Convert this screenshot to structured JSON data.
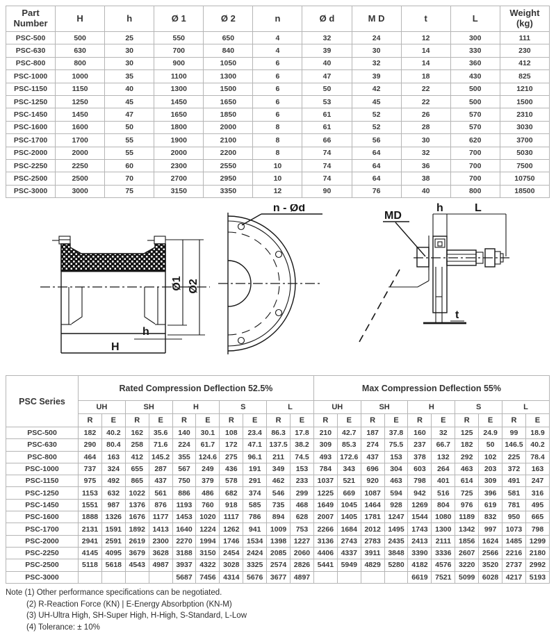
{
  "dimensions_table": {
    "headers": [
      "Part Number",
      "H",
      "h",
      "Ø 1",
      "Ø 2",
      "n",
      "Ø d",
      "M D",
      "t",
      "L",
      "Weight (kg)"
    ],
    "rows": [
      [
        "PSC-500",
        "500",
        "25",
        "550",
        "650",
        "4",
        "32",
        "24",
        "12",
        "300",
        "111"
      ],
      [
        "PSC-630",
        "630",
        "30",
        "700",
        "840",
        "4",
        "39",
        "30",
        "14",
        "330",
        "230"
      ],
      [
        "PSC-800",
        "800",
        "30",
        "900",
        "1050",
        "6",
        "40",
        "32",
        "14",
        "360",
        "412"
      ],
      [
        "PSC-1000",
        "1000",
        "35",
        "1100",
        "1300",
        "6",
        "47",
        "39",
        "18",
        "430",
        "825"
      ],
      [
        "PSC-1150",
        "1150",
        "40",
        "1300",
        "1500",
        "6",
        "50",
        "42",
        "22",
        "500",
        "1210"
      ],
      [
        "PSC-1250",
        "1250",
        "45",
        "1450",
        "1650",
        "6",
        "53",
        "45",
        "22",
        "500",
        "1500"
      ],
      [
        "PSC-1450",
        "1450",
        "47",
        "1650",
        "1850",
        "6",
        "61",
        "52",
        "26",
        "570",
        "2310"
      ],
      [
        "PSC-1600",
        "1600",
        "50",
        "1800",
        "2000",
        "8",
        "61",
        "52",
        "28",
        "570",
        "3030"
      ],
      [
        "PSC-1700",
        "1700",
        "55",
        "1900",
        "2100",
        "8",
        "66",
        "56",
        "30",
        "620",
        "3700"
      ],
      [
        "PSC-2000",
        "2000",
        "55",
        "2000",
        "2200",
        "8",
        "74",
        "64",
        "32",
        "700",
        "5030"
      ],
      [
        "PSC-2250",
        "2250",
        "60",
        "2300",
        "2550",
        "10",
        "74",
        "64",
        "36",
        "700",
        "7500"
      ],
      [
        "PSC-2500",
        "2500",
        "70",
        "2700",
        "2950",
        "10",
        "74",
        "64",
        "38",
        "700",
        "10750"
      ],
      [
        "PSC-3000",
        "3000",
        "75",
        "3150",
        "3350",
        "12",
        "90",
        "76",
        "40",
        "800",
        "18500"
      ]
    ]
  },
  "drawings": {
    "side_view": {
      "d1": "Ø1",
      "d2": "Ø2",
      "h": "h",
      "H": "H"
    },
    "end_view": {
      "bolt_label": "n - Ød"
    },
    "bolt_detail": {
      "md": "MD",
      "h": "h",
      "L": "L",
      "t": "t"
    }
  },
  "performance_table": {
    "series_header": "PSC Series",
    "group_headers": [
      "Rated Compression Deflection 52.5%",
      "Max Compression Deflection 55%"
    ],
    "grade_headers": [
      "UH",
      "SH",
      "H",
      "S",
      "L"
    ],
    "re_headers": [
      "R",
      "E"
    ],
    "rows": [
      [
        "PSC-500",
        "182",
        "40.2",
        "162",
        "35.6",
        "140",
        "30.1",
        "108",
        "23.4",
        "86.3",
        "17.8",
        "210",
        "42.7",
        "187",
        "37.8",
        "160",
        "32",
        "125",
        "24.9",
        "99",
        "18.9"
      ],
      [
        "PSC-630",
        "290",
        "80.4",
        "258",
        "71.6",
        "224",
        "61.7",
        "172",
        "47.1",
        "137.5",
        "38.2",
        "309",
        "85.3",
        "274",
        "75.5",
        "237",
        "66.7",
        "182",
        "50",
        "146.5",
        "40.2"
      ],
      [
        "PSC-800",
        "464",
        "163",
        "412",
        "145.2",
        "355",
        "124.6",
        "275",
        "96.1",
        "211",
        "74.5",
        "493",
        "172.6",
        "437",
        "153",
        "378",
        "132",
        "292",
        "102",
        "225",
        "78.4"
      ],
      [
        "PSC-1000",
        "737",
        "324",
        "655",
        "287",
        "567",
        "249",
        "436",
        "191",
        "349",
        "153",
        "784",
        "343",
        "696",
        "304",
        "603",
        "264",
        "463",
        "203",
        "372",
        "163"
      ],
      [
        "PSC-1150",
        "975",
        "492",
        "865",
        "437",
        "750",
        "379",
        "578",
        "291",
        "462",
        "233",
        "1037",
        "521",
        "920",
        "463",
        "798",
        "401",
        "614",
        "309",
        "491",
        "247"
      ],
      [
        "PSC-1250",
        "1153",
        "632",
        "1022",
        "561",
        "886",
        "486",
        "682",
        "374",
        "546",
        "299",
        "1225",
        "669",
        "1087",
        "594",
        "942",
        "516",
        "725",
        "396",
        "581",
        "316"
      ],
      [
        "PSC-1450",
        "1551",
        "987",
        "1376",
        "876",
        "1193",
        "760",
        "918",
        "585",
        "735",
        "468",
        "1649",
        "1045",
        "1464",
        "928",
        "1269",
        "804",
        "976",
        "619",
        "781",
        "495"
      ],
      [
        "PSC-1600",
        "1888",
        "1326",
        "1676",
        "1177",
        "1453",
        "1020",
        "1117",
        "786",
        "894",
        "628",
        "2007",
        "1405",
        "1781",
        "1247",
        "1544",
        "1080",
        "1189",
        "832",
        "950",
        "665"
      ],
      [
        "PSC-1700",
        "2131",
        "1591",
        "1892",
        "1413",
        "1640",
        "1224",
        "1262",
        "941",
        "1009",
        "753",
        "2266",
        "1684",
        "2012",
        "1495",
        "1743",
        "1300",
        "1342",
        "997",
        "1073",
        "798"
      ],
      [
        "PSC-2000",
        "2941",
        "2591",
        "2619",
        "2300",
        "2270",
        "1994",
        "1746",
        "1534",
        "1398",
        "1227",
        "3136",
        "2743",
        "2783",
        "2435",
        "2413",
        "2111",
        "1856",
        "1624",
        "1485",
        "1299"
      ],
      [
        "PSC-2250",
        "4145",
        "4095",
        "3679",
        "3628",
        "3188",
        "3150",
        "2454",
        "2424",
        "2085",
        "2060",
        "4406",
        "4337",
        "3911",
        "3848",
        "3390",
        "3336",
        "2607",
        "2566",
        "2216",
        "2180"
      ],
      [
        "PSC-2500",
        "5118",
        "5618",
        "4543",
        "4987",
        "3937",
        "4322",
        "3028",
        "3325",
        "2574",
        "2826",
        "5441",
        "5949",
        "4829",
        "5280",
        "4182",
        "4576",
        "3220",
        "3520",
        "2737",
        "2992"
      ],
      [
        "PSC-3000",
        "",
        "",
        "",
        "",
        "5687",
        "7456",
        "4314",
        "5676",
        "3677",
        "4897",
        "",
        "",
        "",
        "",
        "6619",
        "7521",
        "5099",
        "6028",
        "4217",
        "5193"
      ]
    ]
  },
  "notes": [
    "Note (1) Other performance specifications can be negotiated.",
    "(2) R-Reaction Force (KN) | E-Energy Absorbption (KN-M)",
    "(3) UH-Ultra High, SH-Super High, H-High, S-Standard, L-Low",
    "(4) Tolerance: ± 10%"
  ]
}
